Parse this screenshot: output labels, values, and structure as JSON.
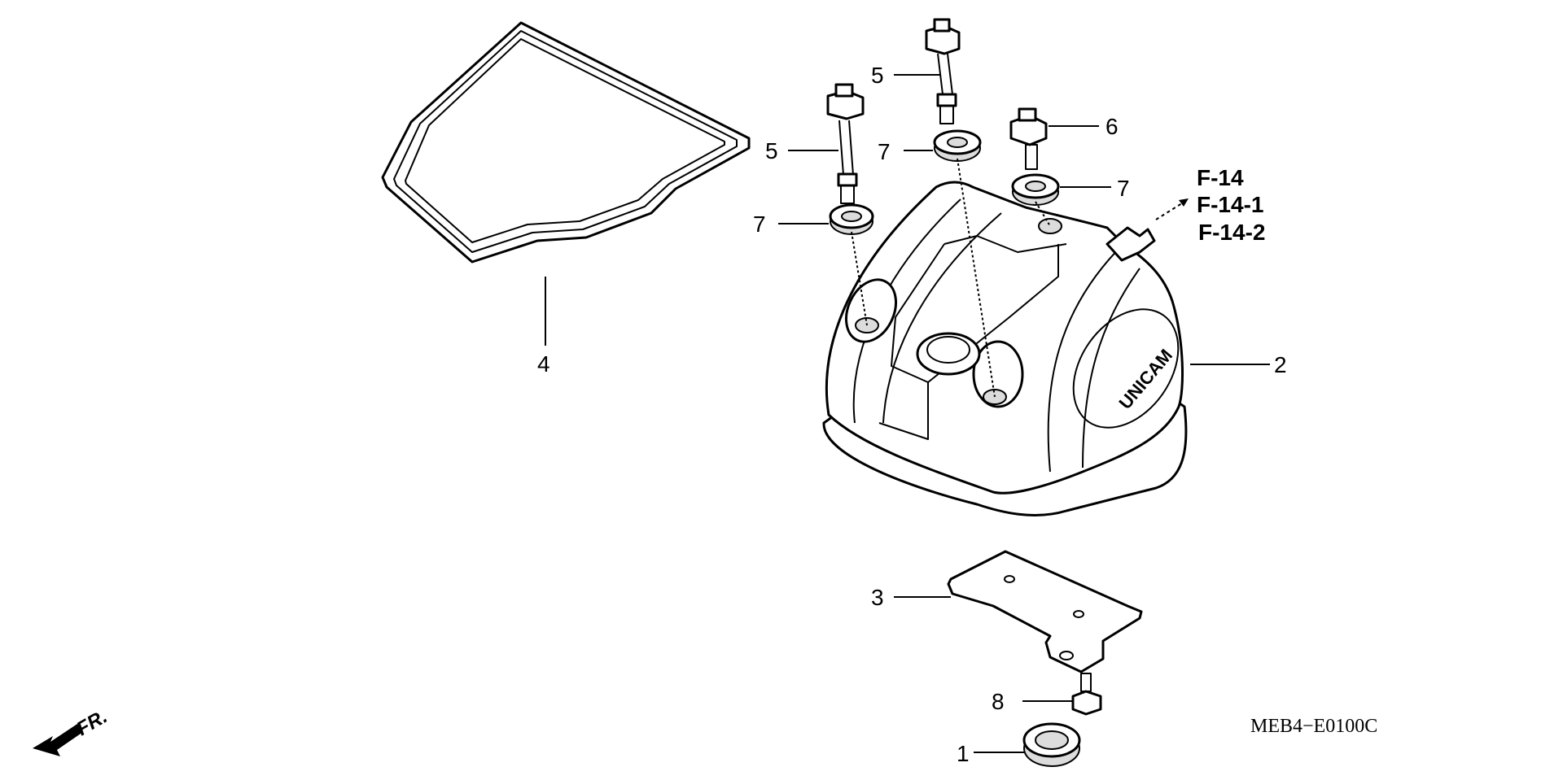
{
  "callouts": {
    "c1": "1",
    "c2": "2",
    "c3": "3",
    "c4": "4",
    "c5a": "5",
    "c5b": "5",
    "c6": "6",
    "c7a": "7",
    "c7b": "7",
    "c7c": "7",
    "c8": "8"
  },
  "references": {
    "ref1": "F-14",
    "ref2": "F-14-1",
    "ref3": "F-14-2"
  },
  "cover_logo": "UNICAM",
  "diagram_code": "MEB4−E0100C",
  "direction_label": "FR."
}
